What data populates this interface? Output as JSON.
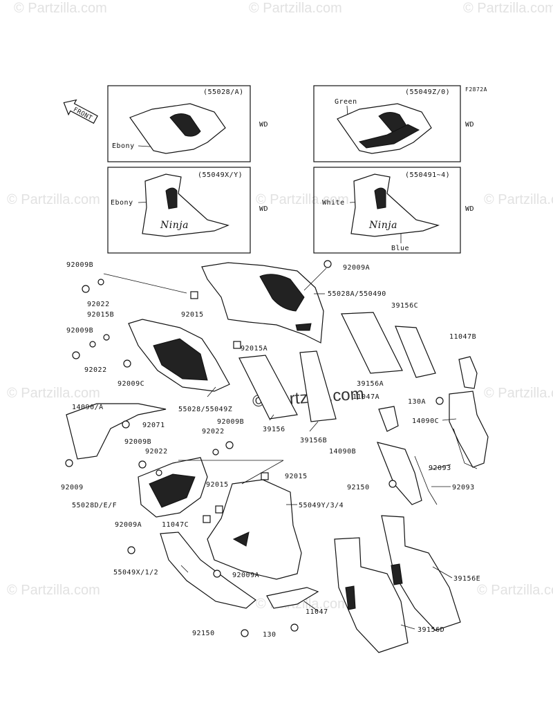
{
  "figure_code": "F2872A",
  "front_label": "FRONT",
  "watermark": "© Partzilla.com",
  "boxes": [
    {
      "code": "(55028/A)",
      "side": "WD",
      "callouts": [
        "Ebony"
      ]
    },
    {
      "code": "(55049Z/0)",
      "side": "WD",
      "callouts": [
        "Green"
      ]
    },
    {
      "code": "(55049X/Y)",
      "side": "WD",
      "callouts": [
        "Ebony"
      ]
    },
    {
      "code": "(550491~4)",
      "side": "WD",
      "callouts": [
        "White",
        "Blue"
      ]
    }
  ],
  "labels": [
    "92009B",
    "92022",
    "92015B",
    "92009B",
    "92022",
    "92009C",
    "92015",
    "55028/55049Z",
    "92009A",
    "55028A/550490",
    "92015A",
    "39156C",
    "39156A",
    "39156",
    "39156B",
    "11047B",
    "130A",
    "14090C",
    "11047A",
    "14090B",
    "92093",
    "92093",
    "92150",
    "14090/A",
    "92071",
    "92009",
    "92009B",
    "92022",
    "92009B",
    "92022",
    "92015",
    "92015",
    "55028D/E/F",
    "55049Y/3/4",
    "92009A",
    "11047C",
    "55049X/1/2",
    "92009A",
    "11047",
    "92150",
    "130",
    "39156E",
    "39156D"
  ]
}
